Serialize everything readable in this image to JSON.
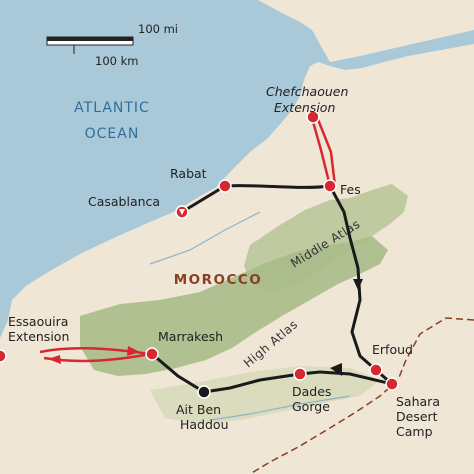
{
  "scale_bar": {
    "miles": "100 mi",
    "km": "100 km"
  },
  "labels": {
    "sea_line1": "ATLANTIC",
    "sea_line2": "OCEAN",
    "country": "MOROCCO",
    "middle_atlas": "Middle Atlas",
    "high_atlas": "High Atlas"
  },
  "cities": {
    "chefchaouen_line1": "Chefchaouen",
    "chefchaouen_line2": "Extension",
    "fes": "Fes",
    "rabat": "Rabat",
    "casablanca": "Casablanca",
    "erfoud": "Erfoud",
    "sahara_line1": "Sahara",
    "sahara_line2": "Desert",
    "sahara_line3": "Camp",
    "dades_line1": "Dades",
    "dades_line2": "Gorge",
    "aitben_line1": "Ait Ben",
    "aitben_line2": "Haddou",
    "marrakesh": "Marrakesh",
    "essaouira_line1": "Essaouira",
    "essaouira_line2": "Extension"
  },
  "colors": {
    "ocean": "#a9c9d8",
    "land": "#efe6d6",
    "mountains": "#b9c79a",
    "route_main": "#1a1a1a",
    "route_extension": "#d7282f",
    "stop_marker": "#d7282f"
  }
}
